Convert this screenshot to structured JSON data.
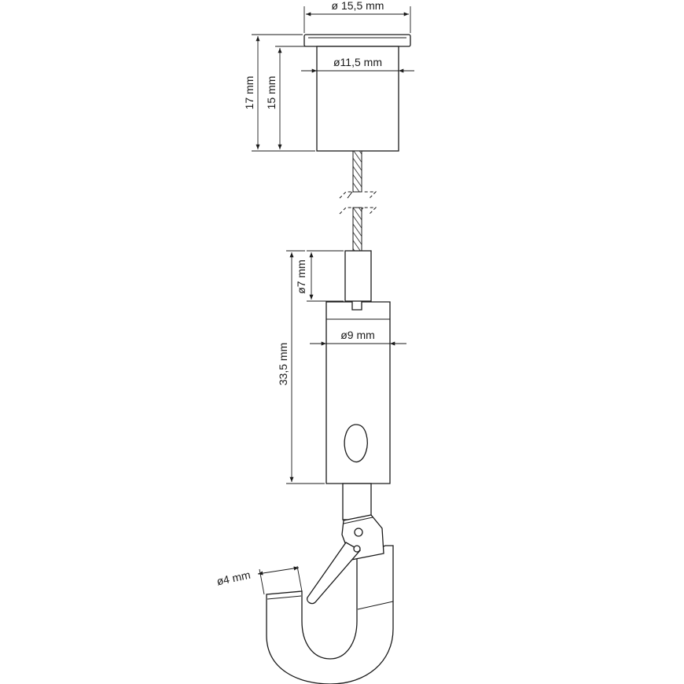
{
  "dimensions": {
    "cap_diameter": "ø 15,5 mm",
    "body_diameter": "ø11,5 mm",
    "total_height": "17 mm",
    "body_height": "15 mm",
    "sleeve_diameter": "ø7 mm",
    "gripper_length": "33,5 mm",
    "gripper_diameter": "ø9 mm",
    "hook_wire_diameter": "ø4 mm"
  },
  "colors": {
    "line": "#1a1a1a",
    "background": "#ffffff"
  }
}
